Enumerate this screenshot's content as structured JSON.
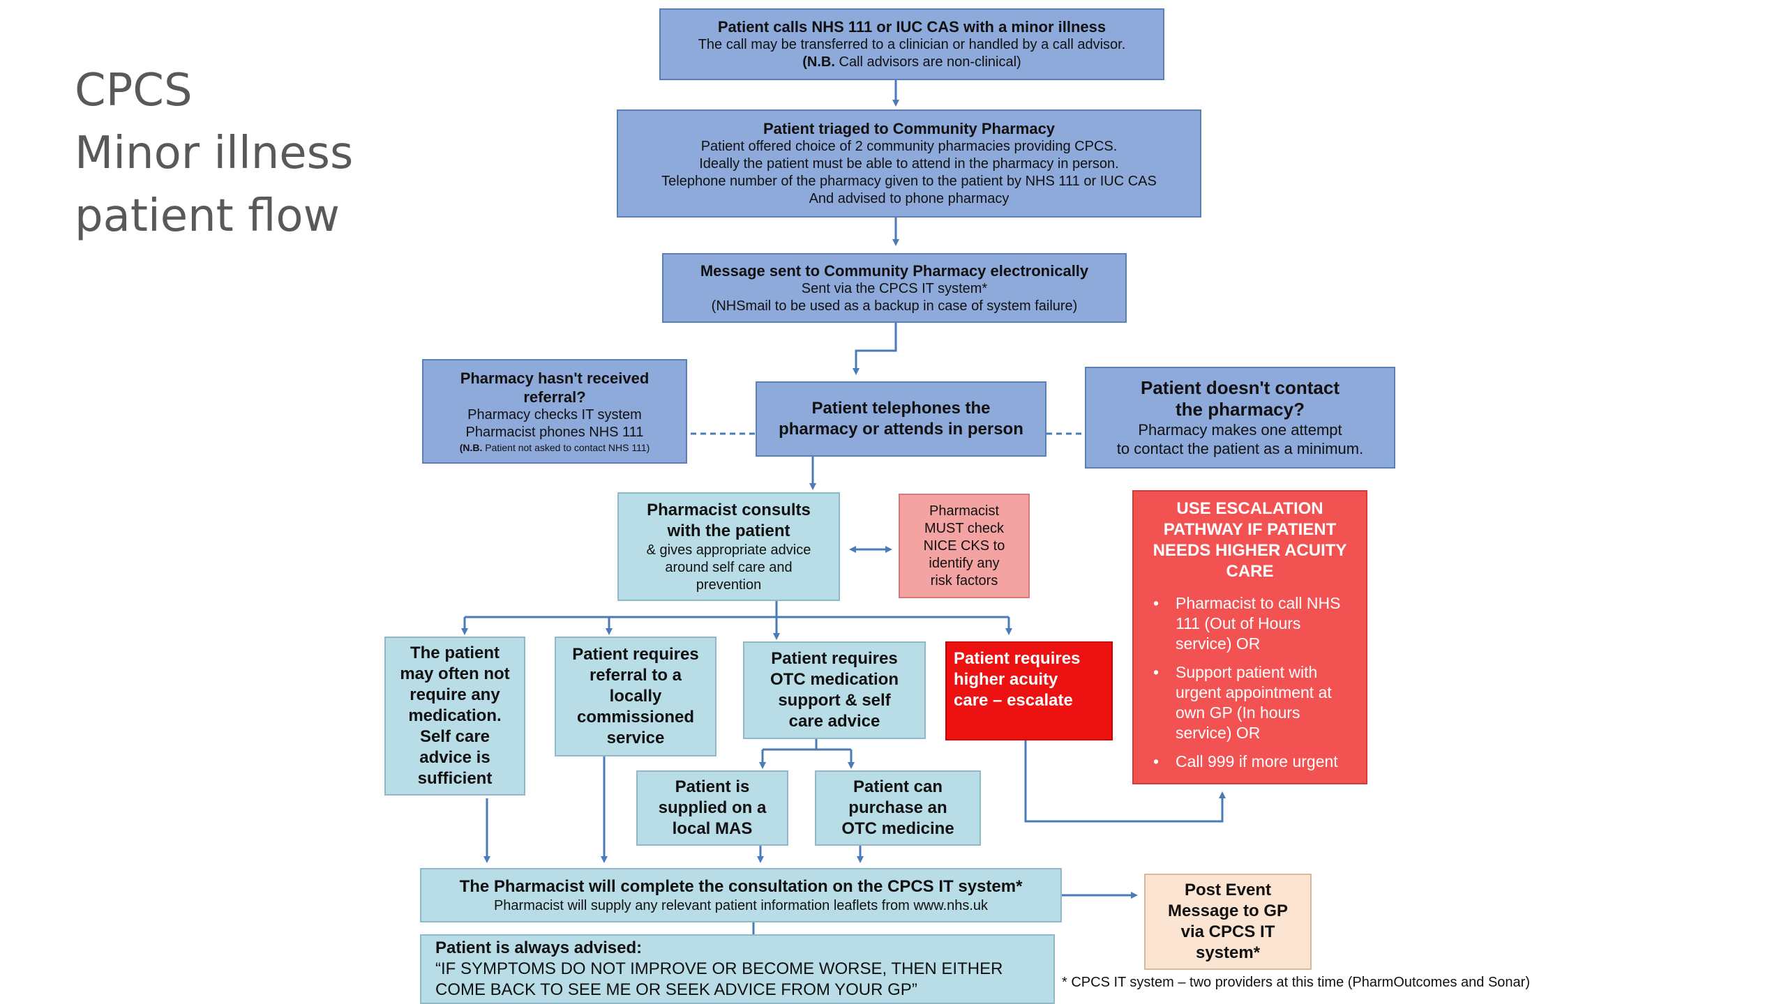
{
  "slide_title": {
    "line1": "CPCS",
    "line2": "Minor illness",
    "line3": "patient flow"
  },
  "nodes": {
    "call": {
      "title": "Patient calls NHS 111 or IUC CAS with a minor illness",
      "line1": "The call may be transferred to a clinician or handled by a call advisor.",
      "nb_label": "(N.B.",
      "nb_text": " Call advisors are non-clinical)"
    },
    "triage": {
      "title": "Patient triaged to Community Pharmacy",
      "line1": "Patient offered choice of  2 community pharmacies providing CPCS.",
      "line2": "Ideally the patient must be able to attend in the pharmacy in person.",
      "line3": "Telephone number of the pharmacy given to the patient by NHS 111 or IUC CAS",
      "line4": "And advised to phone pharmacy"
    },
    "message": {
      "title": "Message sent to Community Pharmacy electronically",
      "line1": "Sent via the CPCS IT system*",
      "line2": "(NHSmail to be used as a backup in case of system failure)"
    },
    "no_referral": {
      "title1": "Pharmacy hasn't received",
      "title2": "referral?",
      "line1": "Pharmacy checks IT system",
      "line2": "Pharmacist phones NHS 111",
      "nb_label": "(N.B.",
      "nb_text": " Patient not asked to contact NHS 111)"
    },
    "telephones": {
      "line1": "Patient telephones the",
      "line2": "pharmacy or attends in person"
    },
    "no_contact": {
      "title1": "Patient doesn't contact",
      "title2": "the pharmacy?",
      "line1": "Pharmacy makes one attempt",
      "line2": "to contact the patient as a minimum."
    },
    "consults": {
      "title1": "Pharmacist consults",
      "title2": "with the patient",
      "line1": "& gives appropriate advice",
      "line2": "around self care and",
      "line3": "prevention"
    },
    "nice": {
      "line1": "Pharmacist",
      "line2": "MUST check",
      "line3": "NICE CKS to",
      "line4": "identify any",
      "line5": "risk factors"
    },
    "escalation": {
      "title1": "USE ESCALATION",
      "title2": "PATHWAY IF PATIENT",
      "title3": "NEEDS HIGHER ACUITY",
      "title4": "CARE",
      "bullet": "•",
      "items": [
        {
          "l1": "Pharmacist to call NHS",
          "l2": "111 (Out of Hours",
          "l3": "service) OR"
        },
        {
          "l1": "Support patient with",
          "l2": "urgent appointment at",
          "l3": "own GP (In hours",
          "l4": "service) OR"
        },
        {
          "l1": "Call 999 if more urgent"
        }
      ]
    },
    "self_care": {
      "l1": "The patient",
      "l2": "may often not",
      "l3": "require any",
      "l4": "medication.",
      "l5": "Self care",
      "l6": "advice is",
      "l7": "sufficient"
    },
    "referral": {
      "l1": "Patient requires",
      "l2": "referral to a",
      "l3": "locally",
      "l4": "commissioned",
      "l5": "service"
    },
    "otc_support": {
      "l1": "Patient requires",
      "l2": "OTC medication",
      "l3": "support & self",
      "l4": "care advice"
    },
    "higher_acuity": {
      "l1": "Patient requires",
      "l2": "higher acuity",
      "l3": "care – escalate"
    },
    "mas": {
      "l1": "Patient is",
      "l2": "supplied on a",
      "l3": "local MAS"
    },
    "purchase": {
      "l1": "Patient can",
      "l2": "purchase an",
      "l3": "OTC medicine"
    },
    "complete": {
      "title": "The Pharmacist will complete the consultation on the CPCS IT system*",
      "line1": "Pharmacist will supply any relevant patient information leaflets from www.nhs.uk"
    },
    "post_event": {
      "l1": "Post Event",
      "l2": "Message to GP",
      "l3": "via CPCS IT",
      "l4": "system*"
    },
    "advised": {
      "title": "Patient is always advised:",
      "line1": "“IF SYMPTOMS DO NOT IMPROVE OR BECOME WORSE, THEN EITHER",
      "line2": "COME BACK TO SEE ME OR SEEK ADVICE FROM YOUR GP”"
    }
  },
  "footnote": "* CPCS IT system – two providers at this time (PharmOutcomes and Sonar)",
  "colors": {
    "blue_box": "#8eaadb",
    "light_blue_box": "#b8dde7",
    "pink_box": "#f4a3a3",
    "escalation_red": "#f25252",
    "escalate_red": "#ee1111",
    "peach_box": "#fbe5d2",
    "arrow": "#4a7ab8",
    "title_gray": "#595959"
  }
}
